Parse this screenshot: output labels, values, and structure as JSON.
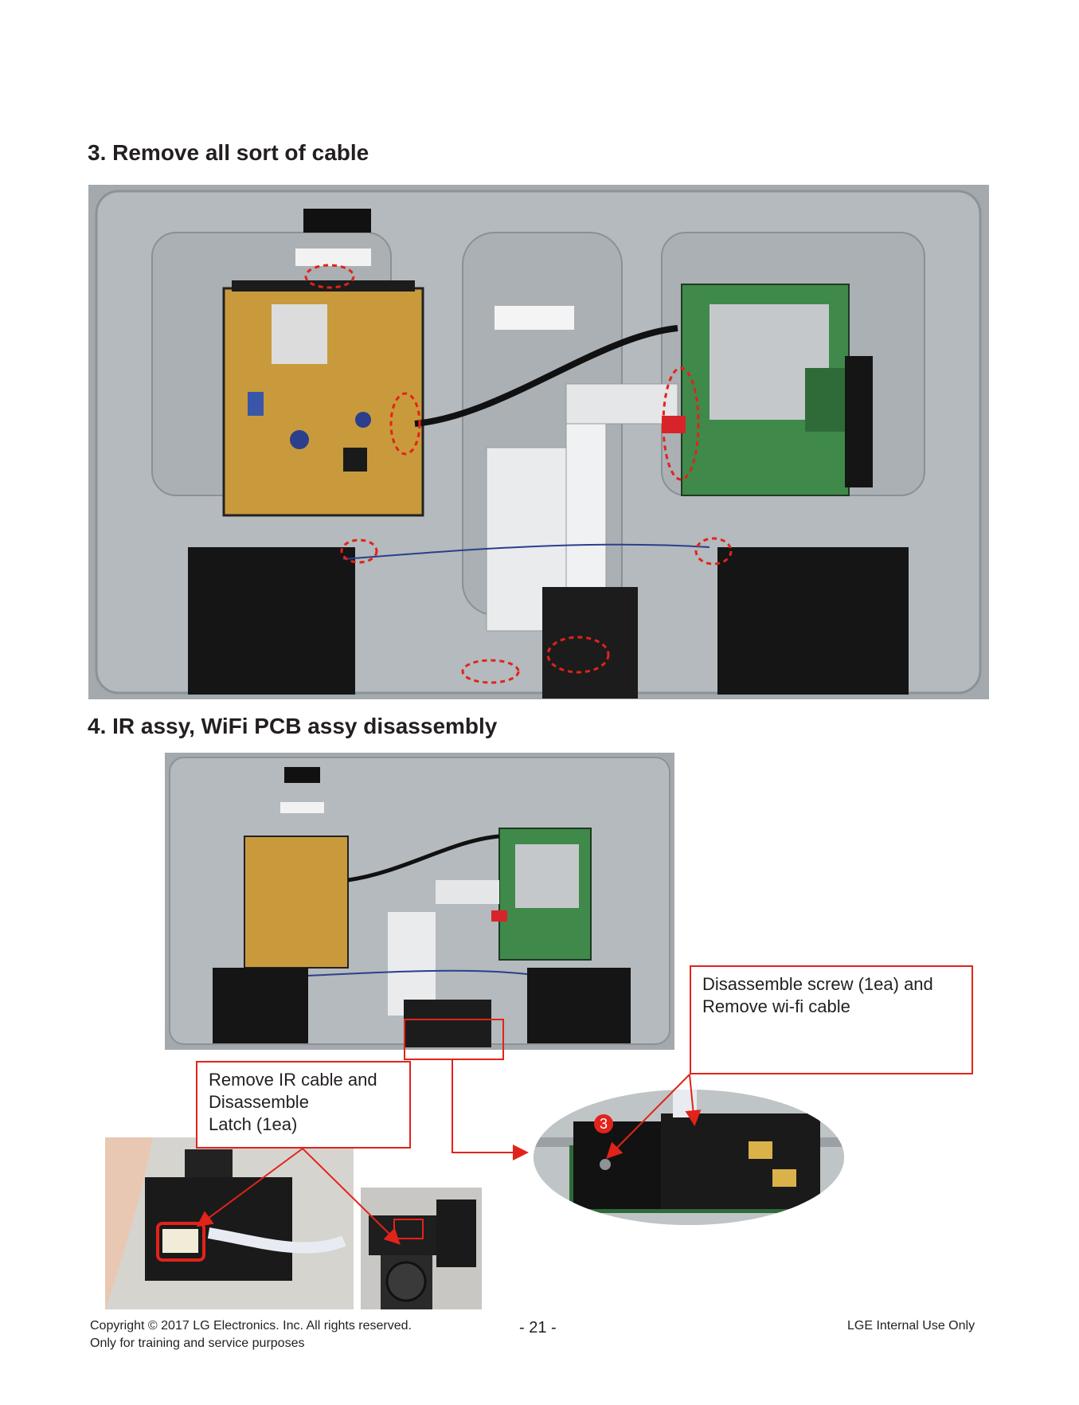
{
  "section3": {
    "title": "3. Remove all sort of cable"
  },
  "section4": {
    "title": "4. IR assy, WiFi PCB assy disassembly",
    "callout_screw": {
      "line1": "Disassemble screw (1ea)  and",
      "line2": "Remove  wi-fi cable"
    },
    "callout_ir": {
      "line1": "Remove  IR cable and",
      "line2": "Disassemble",
      "line3": "Latch (1ea)"
    },
    "step_marker": "3"
  },
  "footer": {
    "copyright": "Copyright  © 2017 LG Electronics. Inc. All rights reserved.",
    "usage": "Only for training and service purposes",
    "page": "- 21 -",
    "internal": "LGE Internal Use Only"
  },
  "colors": {
    "callout_red": "#e2231a",
    "chassis_grey": "#9aa0a4",
    "pcb_green": "#3f8a4a",
    "psu_tan": "#c99a3c"
  }
}
